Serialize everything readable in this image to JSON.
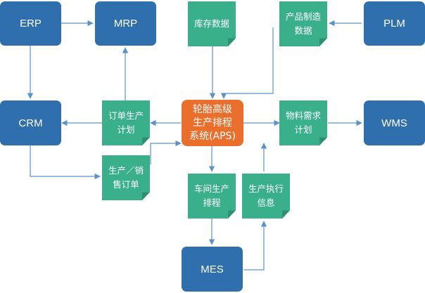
{
  "colors": {
    "system": "#2f6fae",
    "document": "#3aaf8c",
    "core": "#ea6e2c",
    "arrow": "#5b93c9"
  },
  "nodes": {
    "erp": "ERP",
    "mrp": "MRP",
    "plm": "PLM",
    "crm": "CRM",
    "wms": "WMS",
    "mes": "MES",
    "inventory": [
      "库存数据"
    ],
    "product_data": [
      "产品制造",
      "数据"
    ],
    "order_plan": [
      "订单生产",
      "计划"
    ],
    "material_plan": [
      "物料需求",
      "计划"
    ],
    "prod_sales_order": [
      "生产／销",
      "售订单"
    ],
    "workshop_schedule": [
      "车间生产",
      "排程"
    ],
    "exec_info": [
      "生产执行",
      "信息"
    ],
    "aps": [
      "轮胎高级",
      "生产排程",
      "系统(APS)"
    ]
  }
}
